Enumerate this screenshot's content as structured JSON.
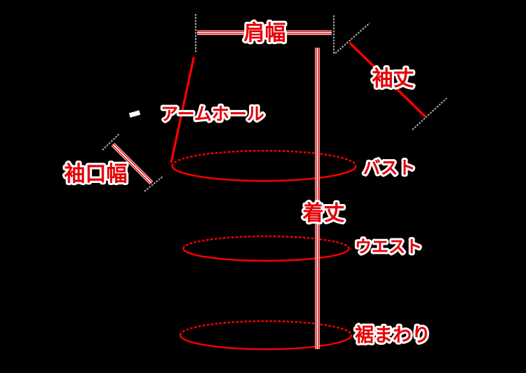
{
  "diagram": {
    "colors": {
      "background": "#000000",
      "measure_line_red": "#ff0000",
      "label_red": "#e60008",
      "label_outline_white": "#ffffff",
      "line_casing_white": "#ffffff",
      "guide_dash_gray": "#a0a0a0"
    },
    "labels": {
      "shoulder_width": "肩幅",
      "sleeve_length": "袖丈",
      "armhole": "アームホール",
      "cuff_width": "袖口幅",
      "bust": "バスト",
      "body_length": "着丈",
      "waist": "ウエスト",
      "hem": "裾まわり"
    }
  }
}
